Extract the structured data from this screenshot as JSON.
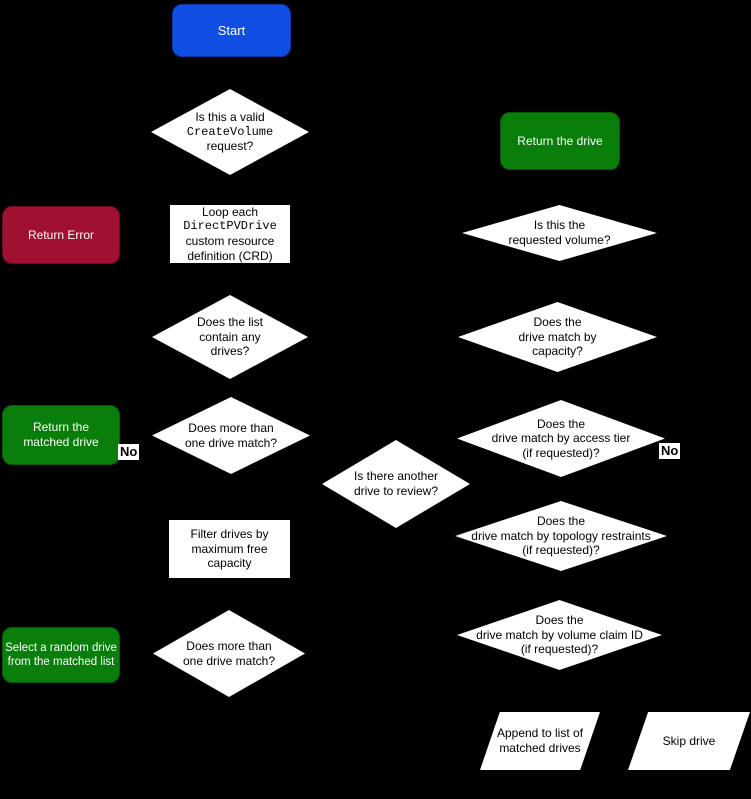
{
  "diagram": {
    "title": "drive matching flowchart",
    "colors": {
      "background": "#000000",
      "start_blue": "#114FE4",
      "success_green": "#0A7E0A",
      "error_red": "#A01030",
      "shape_white": "#FFFFFF",
      "text_dark": "#000000",
      "text_light": "#FFFFFF"
    },
    "nodes": {
      "start": {
        "label": "Start"
      },
      "valid_request": {
        "line1": "Is this a valid",
        "code": "CreateVolume",
        "line2": "request?"
      },
      "return_error": {
        "label": "Return Error"
      },
      "loop_crd": {
        "line1": "Loop each",
        "code": "DirectPVDrive",
        "line2": "custom resource\ndefinition (CRD)"
      },
      "list_contains": {
        "label": "Does the list\ncontain any\ndrives?"
      },
      "return_matched": {
        "label": "Return the\nmatched drive"
      },
      "more_than_one_top": {
        "label": "Does more than\none drive match?"
      },
      "filter_drives": {
        "label": "Filter drives by\nmaximum free\ncapacity"
      },
      "another_drive": {
        "label": "Is there another\ndrive to review?"
      },
      "select_random": {
        "label": "Select a random drive\nfrom the matched list"
      },
      "more_than_one_bottom": {
        "label": "Does more than\none drive match?"
      },
      "return_drive": {
        "label": "Return the drive"
      },
      "requested_volume": {
        "label": "Is this the\nrequested volume?"
      },
      "match_capacity": {
        "label": "Does the\ndrive match by\ncapacity?"
      },
      "match_access_tier": {
        "label": "Does the\ndrive match by access tier\n(if requested)?"
      },
      "match_topology": {
        "label": "Does the\ndrive match by topology restraints\n(if requested)?"
      },
      "match_volume_claim": {
        "label": "Does the\ndrive match by volume claim ID\n(if requested)?"
      },
      "append_list": {
        "label": "Append to list of\nmatched drives"
      },
      "skip_drive": {
        "label": "Skip drive"
      }
    },
    "edge_labels": {
      "no_left": "No",
      "no_right": "No"
    }
  }
}
